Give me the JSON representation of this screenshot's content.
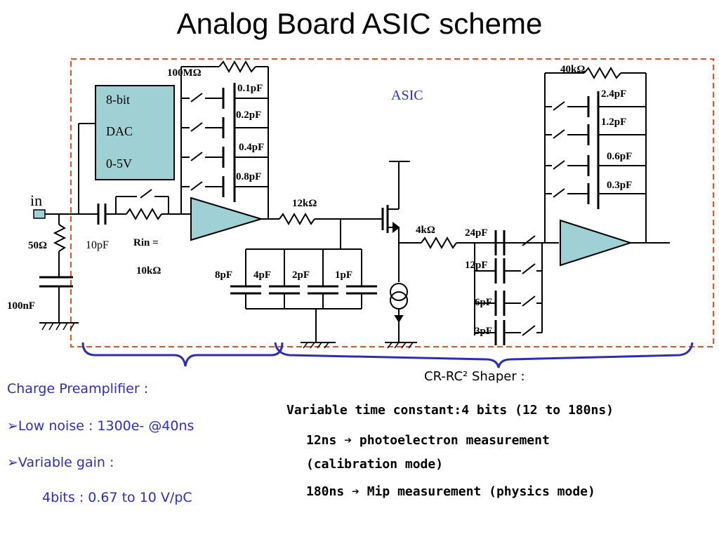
{
  "title": "Analog Board ASIC scheme",
  "colors": {
    "asic_border": "#e8502a",
    "box_fill": "#9fd0d4",
    "brace": "#2d2db4",
    "blue_text": "#2d2dc8"
  },
  "diagram": {
    "asic_label": "ASIC",
    "dac": {
      "line1": "8-bit",
      "line2": "DAC",
      "line3": "0-5V"
    },
    "input_label": "in",
    "labels": {
      "r_feedback_pre": "100MΩ",
      "c01": "0.1pF",
      "c02": "0.2pF",
      "c04": "0.4pF",
      "c08": "0.8pF",
      "r12k": "12kΩ",
      "rin_line1": "Rin =",
      "rin_line2": "10kΩ",
      "c10p": "10pF",
      "r50": "50Ω",
      "c100n": "100nF",
      "c8p": "8pF",
      "c4p": "4pF",
      "c2p": "2pF",
      "c1p": "1pF",
      "r4k": "4kΩ",
      "c24p": "24pF",
      "c12p": "12pF",
      "c6p": "6pF",
      "c3p": "3pF",
      "r40k": "40kΩ",
      "c24": "2.4pF",
      "c12": "1.2pF",
      "c06": "0.6pF",
      "c03": "0.3pF"
    }
  },
  "text": {
    "preamp_title": "Charge Preamplifier :",
    "preamp_noise": "Low noise : 1300e- @40ns",
    "preamp_gain": "Variable gain :",
    "preamp_gain_range": "4bits : 0.67 to 10 V/pC",
    "bullet": "➢",
    "shaper_title": "CR-RC² Shaper :",
    "shaper_tc": "Variable time constant:4 bits (12 to 180ns)",
    "mode1_a": "12ns",
    "mode1_b": "photoelectron measurement",
    "mode1_c": "(calibration mode)",
    "mode2_a": "180ns",
    "mode2_b": "Mip measurement (physics mode)",
    "arrow": "➔"
  }
}
